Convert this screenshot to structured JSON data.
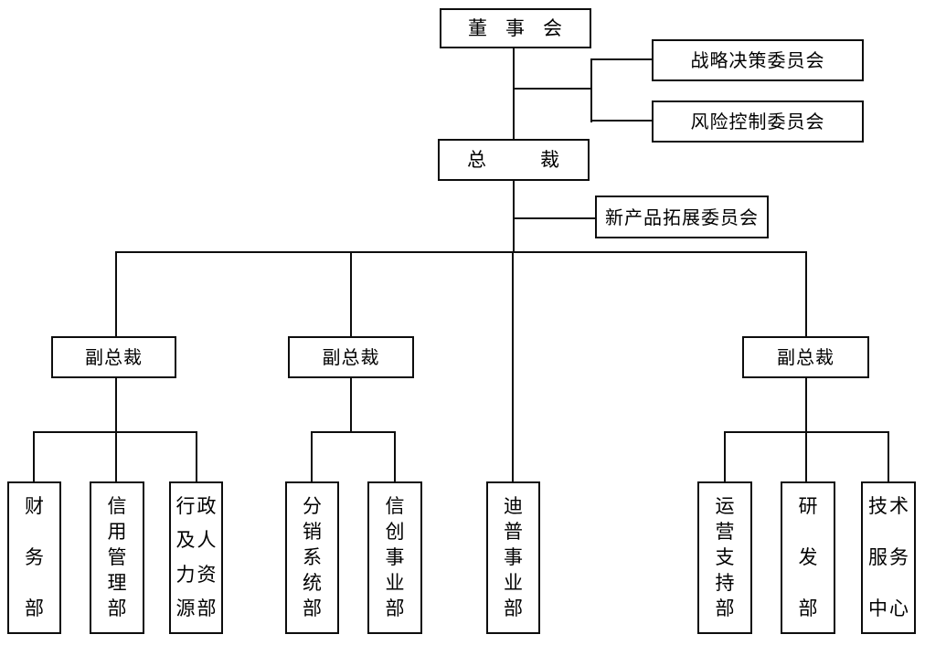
{
  "diagram": {
    "type": "org-chart",
    "colors": {
      "line": "#0d0d0d",
      "box_border": "#0d0d0d",
      "box_fill": "#ffffff",
      "text": "#000000",
      "background": "#ffffff"
    },
    "nodes": {
      "board": {
        "label": "董事会"
      },
      "strategy_committee": {
        "label": "战略决策委员会"
      },
      "risk_committee": {
        "label": "风险控制委员会"
      },
      "president": {
        "label": "总裁"
      },
      "new_product_committee": {
        "label": "新产品拓展委员会"
      },
      "vp_left": {
        "label": "副总裁"
      },
      "vp_middle": {
        "label": "副总裁"
      },
      "vp_right": {
        "label": "副总裁"
      },
      "finance_dept": {
        "label": "财务部"
      },
      "credit_management_dept": {
        "label": "信用管理部"
      },
      "admin_hr_dept": {
        "label": "行政及人力资源部"
      },
      "distribution_system_dept": {
        "label": "分销系统部"
      },
      "xinchuang_business_dept": {
        "label": "信创事业部"
      },
      "dipu_business_dept": {
        "label": "迪普事业部"
      },
      "operations_support_dept": {
        "label": "运营支持部"
      },
      "rd_dept": {
        "label": "研发部"
      },
      "tech_service_center": {
        "label": "技术服务中心"
      }
    }
  }
}
